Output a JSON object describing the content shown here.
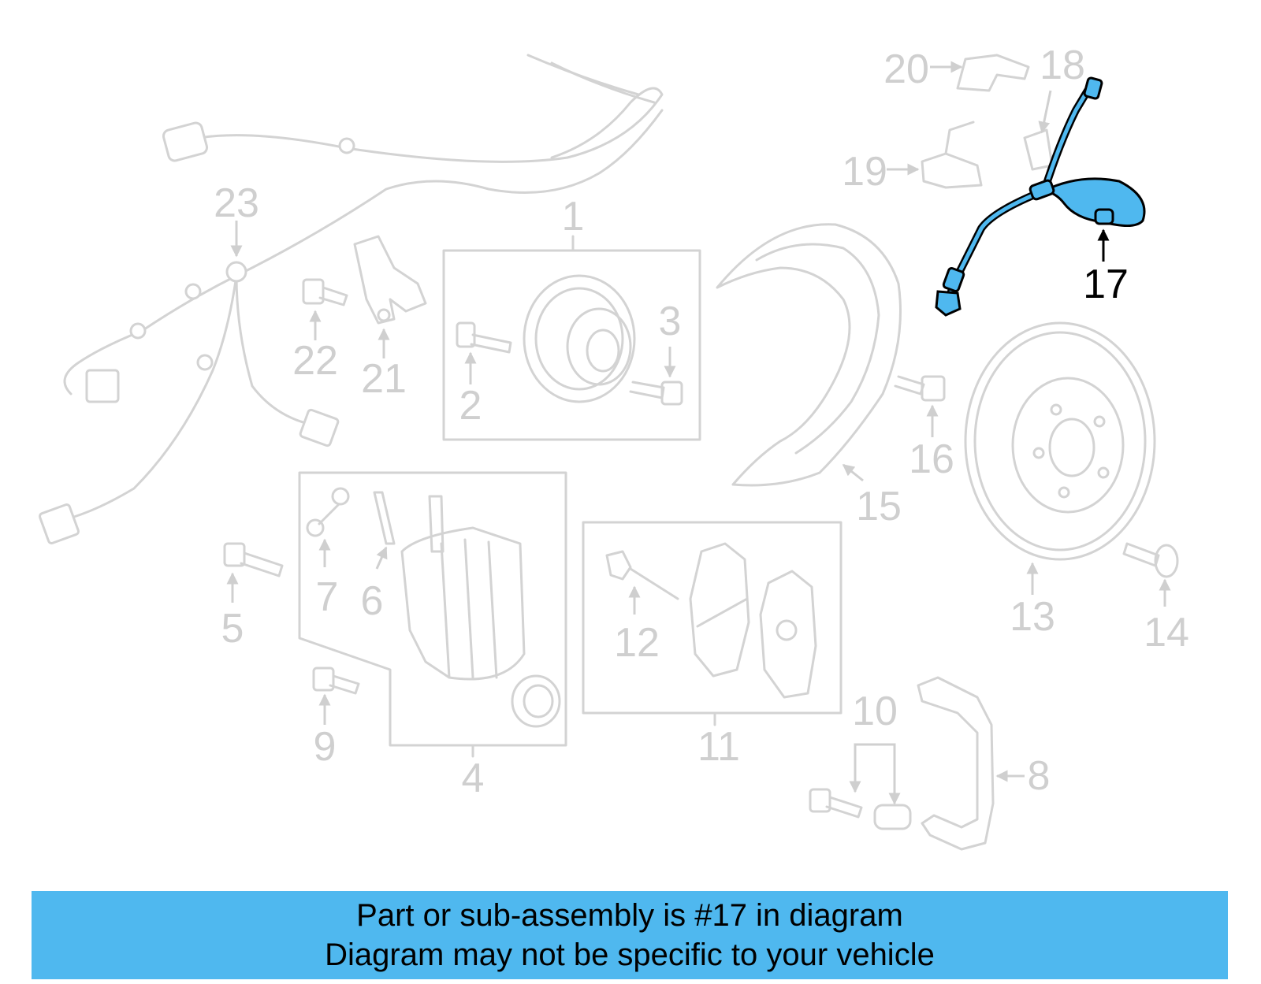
{
  "diagram": {
    "highlight_color": "#4fb8ef",
    "callouts": [
      {
        "id": "1",
        "label": "1"
      },
      {
        "id": "2",
        "label": "2"
      },
      {
        "id": "3",
        "label": "3"
      },
      {
        "id": "4",
        "label": "4"
      },
      {
        "id": "5",
        "label": "5"
      },
      {
        "id": "6",
        "label": "6"
      },
      {
        "id": "7",
        "label": "7"
      },
      {
        "id": "8",
        "label": "8"
      },
      {
        "id": "9",
        "label": "9"
      },
      {
        "id": "10",
        "label": "10"
      },
      {
        "id": "11",
        "label": "11"
      },
      {
        "id": "12",
        "label": "12"
      },
      {
        "id": "13",
        "label": "13"
      },
      {
        "id": "14",
        "label": "14"
      },
      {
        "id": "15",
        "label": "15"
      },
      {
        "id": "16",
        "label": "16"
      },
      {
        "id": "17",
        "label": "17"
      },
      {
        "id": "18",
        "label": "18"
      },
      {
        "id": "19",
        "label": "19"
      },
      {
        "id": "20",
        "label": "20"
      },
      {
        "id": "21",
        "label": "21"
      },
      {
        "id": "22",
        "label": "22"
      },
      {
        "id": "23",
        "label": "23"
      }
    ]
  },
  "banner": {
    "line1": "Part or sub-assembly is #17 in diagram",
    "line2": "Diagram may not be specific to your vehicle",
    "color": "#4fb8ef"
  }
}
